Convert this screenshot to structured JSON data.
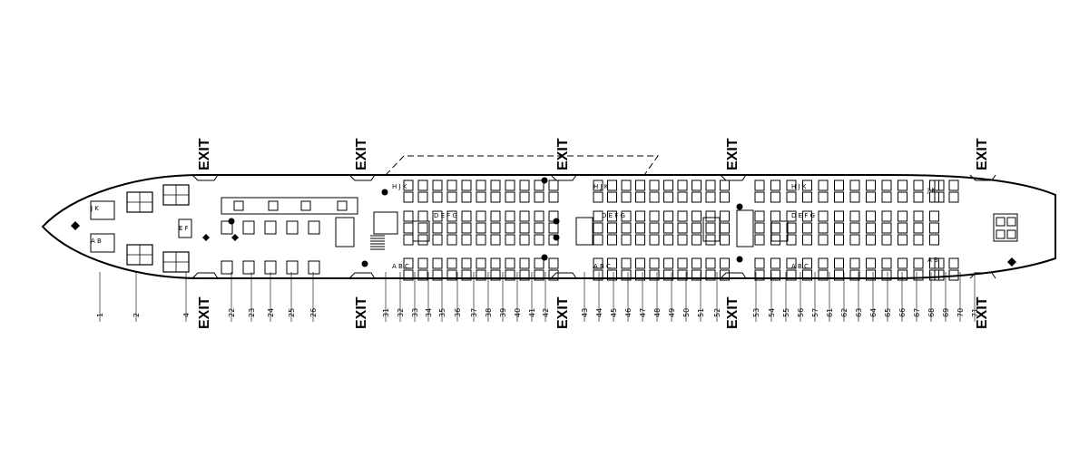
{
  "exit_label": "EXIT",
  "row_numbers": [
    "1",
    "2",
    "4",
    "22",
    "23",
    "24",
    "25",
    "26",
    "31",
    "32",
    "33",
    "34",
    "35",
    "36",
    "37",
    "38",
    "39",
    "40",
    "41",
    "42",
    "43",
    "44",
    "45",
    "46",
    "47",
    "48",
    "49",
    "50",
    "51",
    "52",
    "53",
    "54",
    "55",
    "56",
    "57",
    "61",
    "62",
    "63",
    "64",
    "65",
    "66",
    "67",
    "68",
    "69",
    "70",
    "71"
  ],
  "seat_letters": {
    "nose_upper": "J K",
    "nose_lower": "A B",
    "upper_deck": "E F",
    "right_a": "H J K",
    "center_a": "D E F G",
    "left_a": "A B C",
    "tail_right": "J K",
    "tail_left": "A B"
  }
}
